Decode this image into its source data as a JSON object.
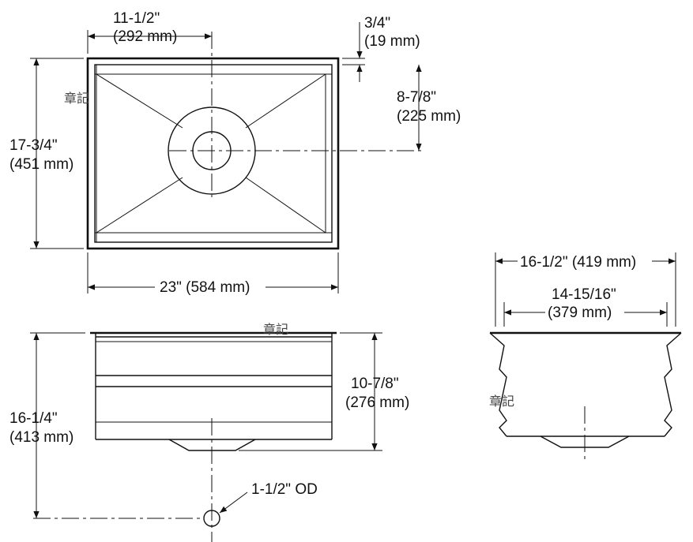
{
  "top_view": {
    "drain_width": "11-1/2\"",
    "drain_width_mm": "(292 mm)",
    "rim": "3/4\"",
    "rim_mm": "(19 mm)",
    "drain_depth": "8-7/8\"",
    "drain_depth_mm": "(225 mm)",
    "width": "23\" (584 mm)",
    "depth": "17-3/4\"",
    "depth_mm": "(451 mm)"
  },
  "front_view": {
    "height": "16-1/4\"",
    "height_mm": "(413 mm)",
    "bowl_depth": "10-7/8\"",
    "bowl_depth_mm": "(276 mm)",
    "outlet": "1-1/2\" OD"
  },
  "side_view": {
    "outer_width": "16-1/2\" (419 mm)",
    "inner_width": "14-15/16\"",
    "inner_width_mm": "(379 mm)"
  },
  "watermarks": [
    "章記",
    "章記",
    "章記"
  ]
}
